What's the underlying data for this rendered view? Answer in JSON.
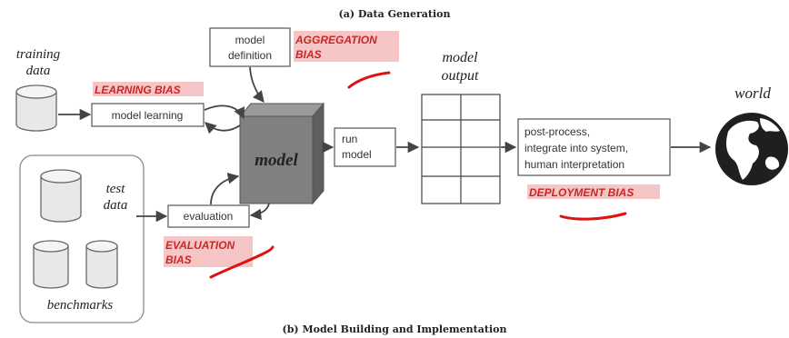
{
  "titles": {
    "top": "(a) Data Generation",
    "bottom": "(b) Model Building and Implementation"
  },
  "nodes": {
    "training_data": [
      "training",
      "data"
    ],
    "model_learning": "model learning",
    "model_definition": [
      "model",
      "definition"
    ],
    "model": "model",
    "run_model": [
      "run",
      "model"
    ],
    "model_output": [
      "model",
      "output"
    ],
    "post_process": [
      "post-process,",
      "integrate into system,",
      "human interpretation"
    ],
    "world": "world",
    "test_data": [
      "test",
      "data"
    ],
    "evaluation": "evaluation",
    "benchmarks": "benchmarks"
  },
  "biases": {
    "learning": "LEARNING BIAS",
    "aggregation": [
      "AGGREGATION",
      "BIAS"
    ],
    "deployment": "DEPLOYMENT BIAS",
    "evaluation": [
      "EVALUATION",
      "BIAS"
    ]
  },
  "colors": {
    "bias_text": "#c62828",
    "bias_highlight": "#f6c6c6",
    "pen_annotation": "#e0120f",
    "model_cube": "#808080"
  },
  "icons": {
    "world": "globe-icon",
    "database": "cylinder-icon"
  }
}
